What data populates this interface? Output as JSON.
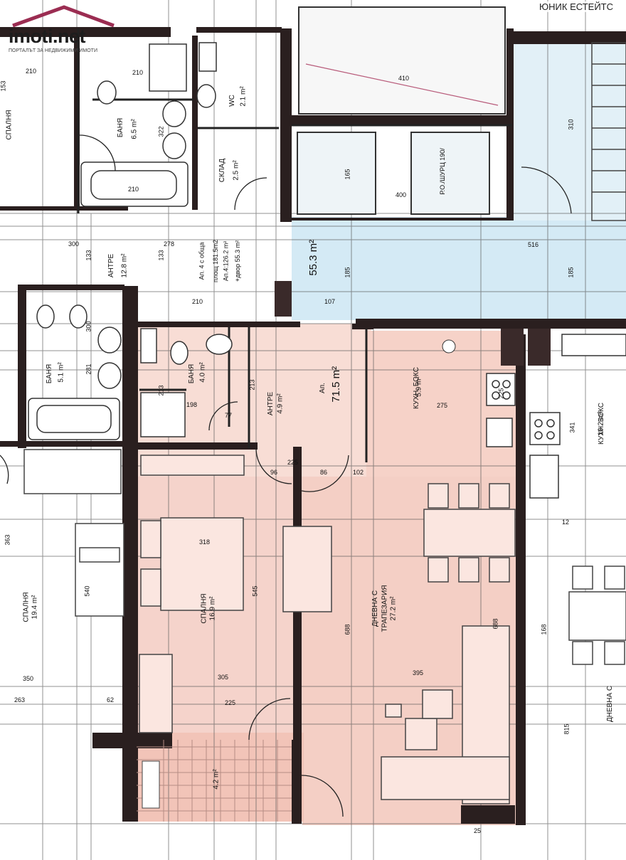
{
  "watermark": {
    "brand": "imoti.net",
    "tagline": "ПОРТАЛЪТ ЗА НЕДВИЖИМИ ИМОТИ",
    "color": "#9b2d52"
  },
  "company_label": "ЮНИК ЕСТЕЙТС",
  "colors": {
    "apartment_fill": "#f6d4cc",
    "terrace_fill": "#f3c8bd",
    "common_area_fill": "#cfe7f3",
    "wall": "#2a1f1f"
  },
  "rooms": {
    "top_left_bedroom": "СПАЛНЯ",
    "top_bath": {
      "name": "БАНЯ",
      "area": "6.5 m²"
    },
    "wc": {
      "name": "WC",
      "area": "2.1 m²"
    },
    "storage": {
      "name": "СКЛАД",
      "area": "2.5 m²"
    },
    "entry_top": {
      "name": "АНТРЕ",
      "area": "12.8 m²"
    },
    "apt4_note": [
      "Ап. 4 с обща",
      "площ 181.5m2",
      "Ап.4:126.2 m²",
      "+двор 55.3 m²"
    ],
    "common_area": "55.3 m²",
    "left_bath": {
      "name": "БАНЯ",
      "area": "5.1 m²"
    },
    "apt_bath": {
      "name": "БАНЯ",
      "area": "4.0 m²"
    },
    "apt_entry": {
      "name": "АНТРЕ",
      "area": "4.9 m²"
    },
    "apt_label": {
      "name": "Ап.",
      "area": "71.5 m²"
    },
    "kitchen": {
      "name": "КУХН. БОКС",
      "area": "5.9 m²"
    },
    "kitchen_right": {
      "name": "КУХН. БОКС",
      "area": "10.2 m²"
    },
    "left_bedroom": {
      "name": "СПАЛНЯ",
      "area": "19.4 m²"
    },
    "apt_bedroom": {
      "name": "СПАЛНЯ",
      "area": "16.9 m²"
    },
    "living": {
      "name": "ДНЕВНА С",
      "name2": "ТРАПЕЗАРИЯ",
      "area": "27.2 m²"
    },
    "terrace": {
      "area": "4.2 m²"
    },
    "right_living": "ДНЕВНА С",
    "lift_label": "Р.О./ШУРЦ 190/"
  },
  "dimensions": [
    "153",
    "210",
    "210",
    "322",
    "210",
    "310",
    "278",
    "210",
    "133",
    "300",
    "516",
    "185",
    "185",
    "165",
    "410",
    "107",
    "300",
    "133",
    "281",
    "213",
    "213",
    "198",
    "225",
    "275",
    "225",
    "341",
    "363",
    "540",
    "318",
    "545",
    "688",
    "688",
    "350",
    "305",
    "395",
    "263",
    "225",
    "168",
    "815",
    "400",
    "25",
    "12",
    "102",
    "96",
    "86",
    "77",
    "62"
  ]
}
